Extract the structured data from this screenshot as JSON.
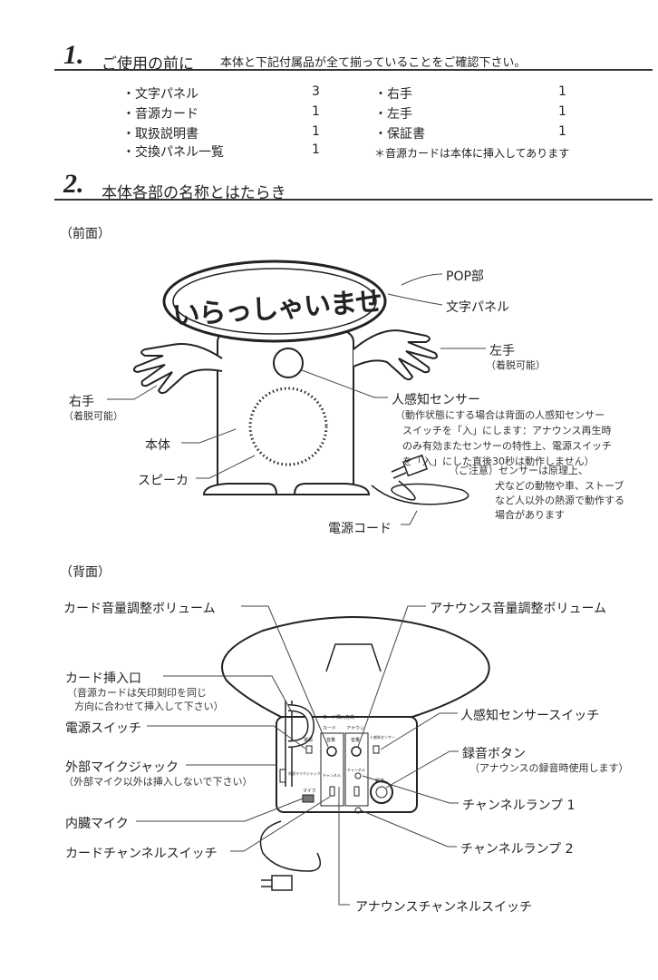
{
  "section1": {
    "number": "1.",
    "title": "ご使用の前に",
    "subtitle": "本体と下記付属品が全て揃っていることをご確認下さい。",
    "items_left": [
      {
        "label": "・文字パネル",
        "qty": "3"
      },
      {
        "label": "・音源カード",
        "qty": "1"
      },
      {
        "label": "・取扱説明書",
        "qty": "1"
      },
      {
        "label": "・交換パネル一覧",
        "qty": "1"
      }
    ],
    "items_right": [
      {
        "label": "・右手",
        "qty": "1"
      },
      {
        "label": "・左手",
        "qty": "1"
      },
      {
        "label": "・保証書",
        "qty": "1"
      }
    ],
    "note": "＊音源カードは本体に挿入してあります"
  },
  "section2": {
    "number": "2.",
    "title": "本体各部の名称とはたらき"
  },
  "front": {
    "heading": "（前面）",
    "panel_text": "いらっしゃいませ",
    "pop": "POP部",
    "panel": "文字パネル",
    "left_hand": "左手",
    "left_hand_note": "（着脱可能）",
    "right_hand": "右手",
    "right_hand_note": "（着脱可能）",
    "body": "本体",
    "speaker": "スピーカ",
    "sensor": "人感知センサー",
    "sensor_desc": [
      "（動作状態にする場合は背面の人感知センサー",
      "スイッチを「入」にします：アナウンス再生時",
      "のみ有効またセンサーの特性上、電源スイッチ",
      "を「入」にした直後30秒は動作しません）"
    ],
    "caution": [
      "（ご注意）センサーは原理上、",
      "犬などの動物や車、ストーブ",
      "など人以外の熱源で動作する",
      "場合があります"
    ],
    "cord": "電源コード"
  },
  "back": {
    "heading": "（背面）",
    "card_volume": "カード音量調整ボリューム",
    "announce_volume": "アナウンス音量調整ボリューム",
    "card_slot": "カード挿入口",
    "card_slot_note": [
      "（音源カードは矢印刻印を同じ",
      "方向に合わせて挿入して下さい）"
    ],
    "power_switch": "電源スイッチ",
    "sensor_switch": "人感知センサースイッチ",
    "mic_jack": "外部マイクジャック",
    "mic_jack_note": "（外部マイク以外は挿入しないで下さい）",
    "rec_button": "録音ボタン",
    "rec_button_note": "（アナウンスの録音時使用します）",
    "lamp1": "チャンネルランプ 1",
    "mic": "内臓マイク",
    "card_channel": "カードチャンネルスイッチ",
    "lamp2": "チャンネルランプ 2",
    "announce_channel": "アナウンスチャンネルスイッチ",
    "panel_labels": {
      "card_dir": "カード挿入方向",
      "card": "カード",
      "announce": "アナウン",
      "volume": "音量",
      "power": "電源",
      "sensor": "人感知センサー",
      "ext_mic": "外部マイクジャック",
      "channel": "チャンネル",
      "mic": "マイク",
      "rec": "録音"
    }
  }
}
